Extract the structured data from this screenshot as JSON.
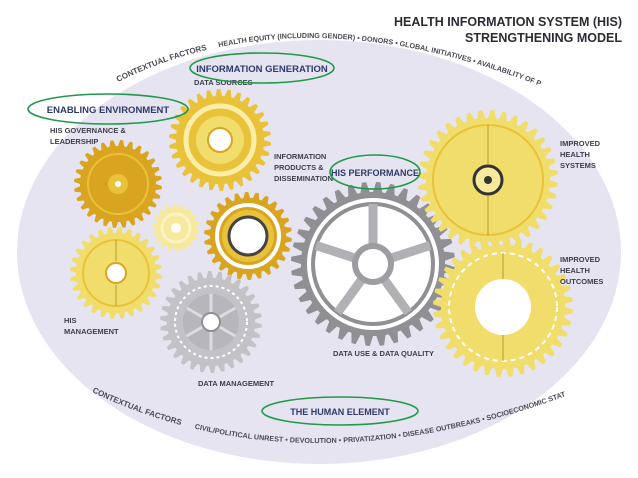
{
  "title": {
    "line1": "HEALTH INFORMATION SYSTEM (HIS)",
    "line2": "STRENGTHENING MODEL"
  },
  "contextual_factors_top": {
    "label": "CONTEXTUAL FACTORS",
    "items": "HEALTH EQUITY (INCLUDING GENDER) • DONORS • GLOBAL INITIATIVES • AVAILABILITY OF PUBLIC UTILITIES"
  },
  "contextual_factors_bottom": {
    "label": "CONTEXTUAL FACTORS",
    "items": "CIVIL/POLITICAL UNREST • DEVOLUTION • PRIVATIZATION • DISEASE OUTBREAKS • SOCIOECONOMIC STATUS • NATURAL DISASTERS"
  },
  "highlights": {
    "information_generation": "INFORMATION GENERATION",
    "enabling_environment": "ENABLING ENVIRONMENT",
    "his_performance": "HIS PERFORMANCE",
    "human_element": "THE HUMAN ELEMENT"
  },
  "gear_labels": {
    "data_sources": "DATA SOURCES",
    "governance": [
      "HIS GOVERNANCE &",
      "LEADERSHIP"
    ],
    "info_products": [
      "INFORMATION",
      "PRODUCTS &",
      "DISSEMINATION"
    ],
    "improved_systems": [
      "IMPROVED",
      "HEALTH",
      "SYSTEMS"
    ],
    "improved_outcomes": [
      "IMPROVED",
      "HEALTH",
      "OUTCOMES"
    ],
    "his_management": [
      "HIS",
      "MANAGEMENT"
    ],
    "data_use": "DATA USE & DATA QUALITY",
    "data_management": "DATA MANAGEMENT"
  },
  "colors": {
    "oval_fill": "#e6e4f1",
    "highlight_ring": "#1f9a4a",
    "gold_dark": "#d9a520",
    "gold_mid": "#e9c239",
    "gold_light": "#f1dd6b",
    "gold_pale": "#f6e99c",
    "grey_dark": "#8f8f94",
    "grey_light": "#c3c3c7"
  }
}
